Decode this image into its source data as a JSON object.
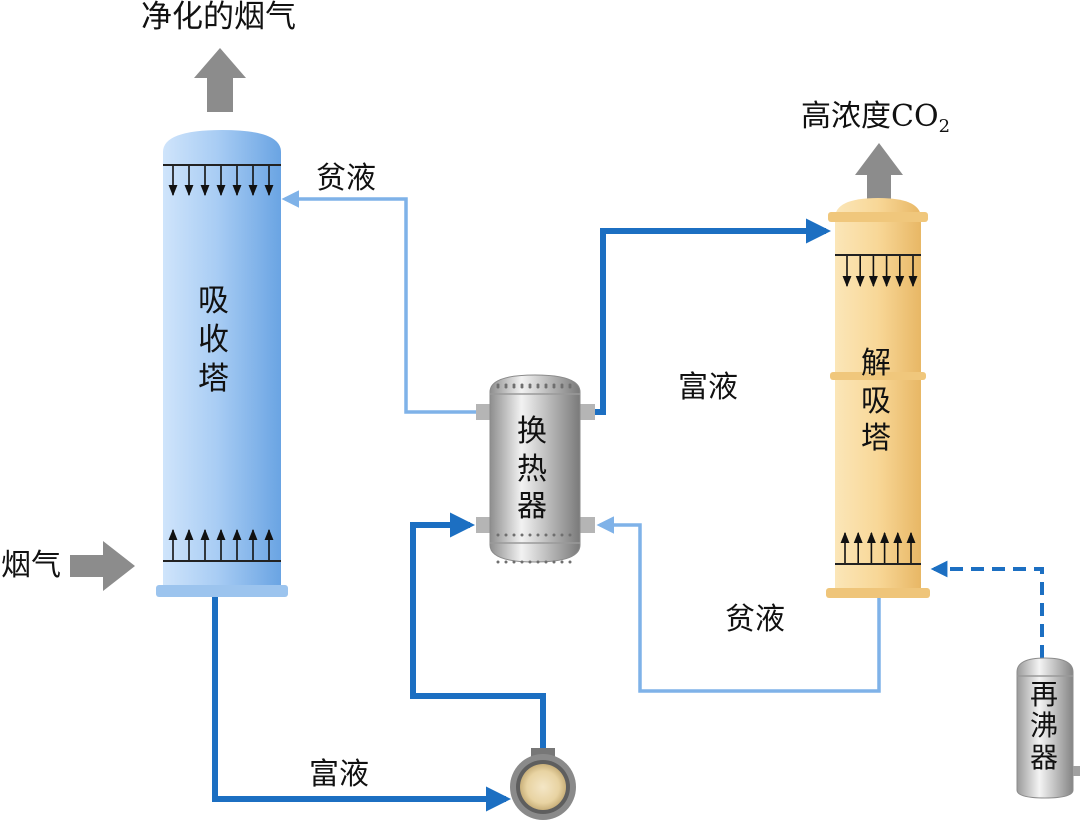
{
  "labels": {
    "clean_gas": "净化的烟气",
    "high_conc_co2": "高浓度CO",
    "co2_subscript": "2",
    "flue_gas": "烟气",
    "lean_top": "贫液",
    "rich_mid": "富液",
    "lean_bottom": "贫液",
    "rich_bottom": "富液"
  },
  "equipment": {
    "absorber": [
      "吸",
      "收",
      "塔"
    ],
    "heat_exchanger": [
      "换",
      "热",
      "器"
    ],
    "stripper": [
      "解",
      "吸",
      "塔"
    ],
    "reboiler": [
      "再",
      "沸",
      "器"
    ]
  },
  "colors": {
    "rich_line": "#1c6fc2",
    "lean_line": "#7fb2e8",
    "gas_arrow": "#8c8c8c",
    "absorber": "#a8cdf2",
    "stripper": "#f7d79a",
    "exchanger": "#c8c8c8"
  }
}
